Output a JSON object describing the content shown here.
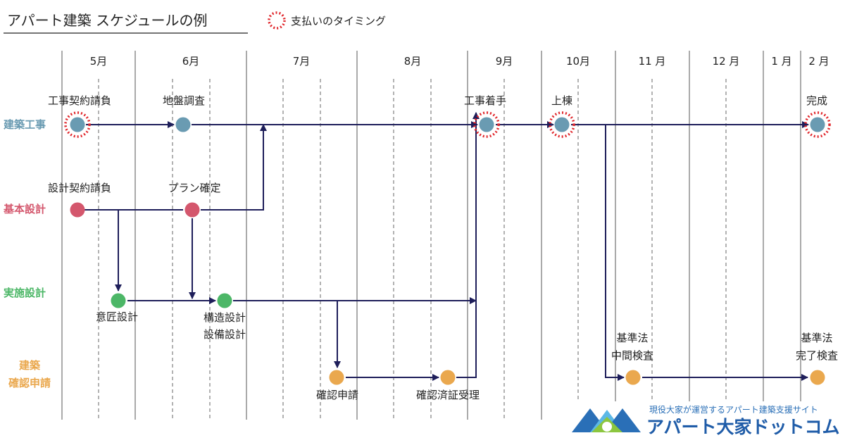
{
  "title": "アパート建築 スケジュールの例",
  "legend": {
    "label": "支払いのタイミング"
  },
  "months": [
    "5月",
    "6月",
    "7月",
    "8月",
    "9月",
    "10月",
    "11 月",
    "12 月",
    "1 月",
    "2 月"
  ],
  "rows": {
    "construction": {
      "label": "建築工事",
      "color": "#6a9bb2"
    },
    "basic_design": {
      "label": "基本設計",
      "color": "#d4576d"
    },
    "detail_design": {
      "label": "実施設計",
      "color": "#4cb767"
    },
    "permit": {
      "label_line1": "建築",
      "label_line2": "確認申請",
      "color": "#eaa84e"
    }
  },
  "milestones": {
    "contract": "工事契約請負",
    "ground_survey": "地盤調査",
    "start": "工事着手",
    "framing": "上棟",
    "complete": "完成",
    "design_contract": "設計契約請負",
    "plan_fixed": "プラン確定",
    "design_intent": "意匠設計",
    "structural_line1": "構造設計",
    "structural_line2": "設備設計",
    "permit_apply": "確認申請",
    "permit_received": "確認済証受理",
    "mid_inspection_line1": "基準法",
    "mid_inspection_line2": "中間検査",
    "final_inspection_line1": "基準法",
    "final_inspection_line2": "完了検査"
  },
  "logo": {
    "tagline": "現役大家が運営するアパート建築支援サイト",
    "name": "アパート大家ドットコム"
  },
  "colors": {
    "arrow": "#1e1e5a",
    "payment_ring": "#e0262b",
    "grid": "#555555"
  }
}
